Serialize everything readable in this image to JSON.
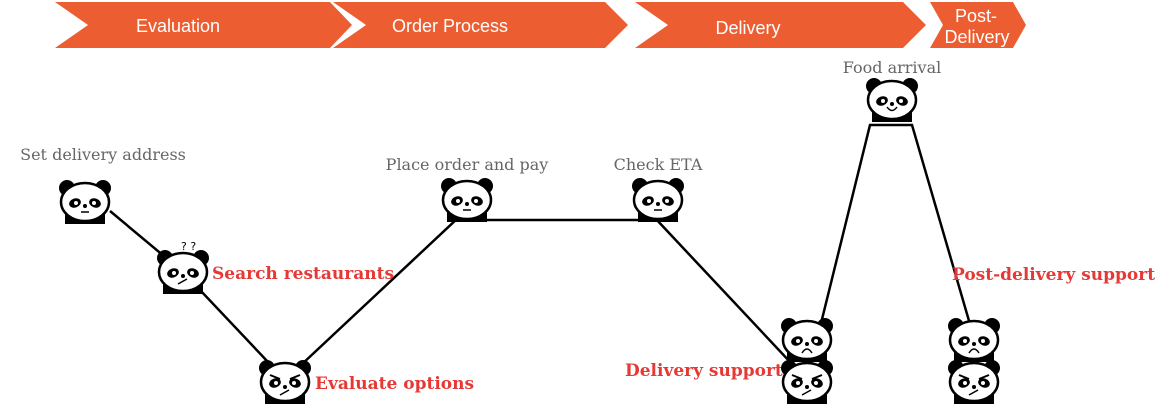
{
  "colors": {
    "phase_fill": "#EC5E32",
    "phase_text": "#FFFFFF",
    "step_text": "#666666",
    "pain_text": "#E53935",
    "line": "#000000"
  },
  "phases": [
    {
      "label": "Evaluation"
    },
    {
      "label": "Order Process"
    },
    {
      "label": "Delivery"
    },
    {
      "label_line1": "Post-",
      "label_line2": "Delivery"
    }
  ],
  "steps": [
    {
      "label": "Set delivery address",
      "emotion": "neutral",
      "type": "positive"
    },
    {
      "label": "Search restaurants",
      "emotion": "confused",
      "type": "pain-point"
    },
    {
      "label": "Evaluate options",
      "emotion": "annoyed",
      "type": "pain-point"
    },
    {
      "label": "Place order and pay",
      "emotion": "neutral",
      "type": "positive"
    },
    {
      "label": "Check ETA",
      "emotion": "neutral",
      "type": "positive"
    },
    {
      "label": "Delivery support",
      "emotion": [
        "sad",
        "annoyed"
      ],
      "type": "pain-point"
    },
    {
      "label": "Food arrival",
      "emotion": "happy",
      "type": "positive"
    },
    {
      "label": "Post-delivery support",
      "emotion": [
        "sad",
        "annoyed"
      ],
      "type": "pain-point"
    }
  ]
}
